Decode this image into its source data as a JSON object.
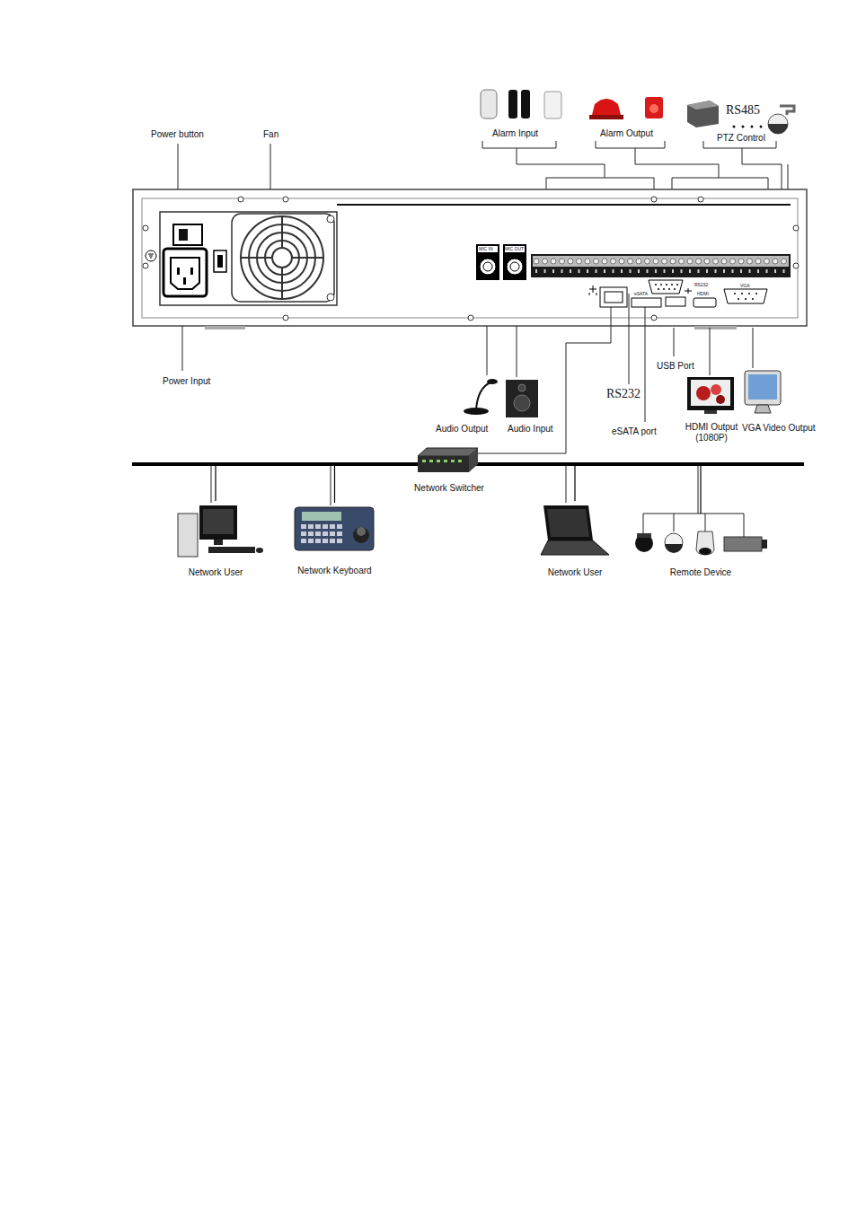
{
  "diagram": {
    "nodes": [
      {
        "text": [
          "Network Switcher"
        ]
      },
      {
        "text": [
          "Network User"
        ]
      },
      {
        "text": [
          "Network Keyboard"
        ]
      },
      {
        "text": [
          "Network User"
        ]
      },
      {
        "text": [
          "Remote Device"
        ]
      }
    ],
    "edges": [
      {
        "from": 0,
        "to": 1,
        "arrow": "none"
      },
      {
        "from": 0,
        "to": 2,
        "arrow": "none"
      },
      {
        "from": 0,
        "to": 3,
        "arrow": "none"
      },
      {
        "from": 0,
        "to": 4,
        "arrow": "none"
      }
    ],
    "labels": [
      "Power button",
      "Fan",
      "Alarm Input",
      "Alarm Output",
      "RS485",
      "PTZ Control",
      "MIC IN",
      "MIC OUT",
      "eSATA",
      "RS232",
      "HDMI",
      "VGA",
      "Power Input",
      "Audio Output",
      "Audio Input",
      "RS232",
      "eSATA port",
      "USB Port",
      "HDMI Output (1080P)",
      "VGA Video Output"
    ]
  }
}
